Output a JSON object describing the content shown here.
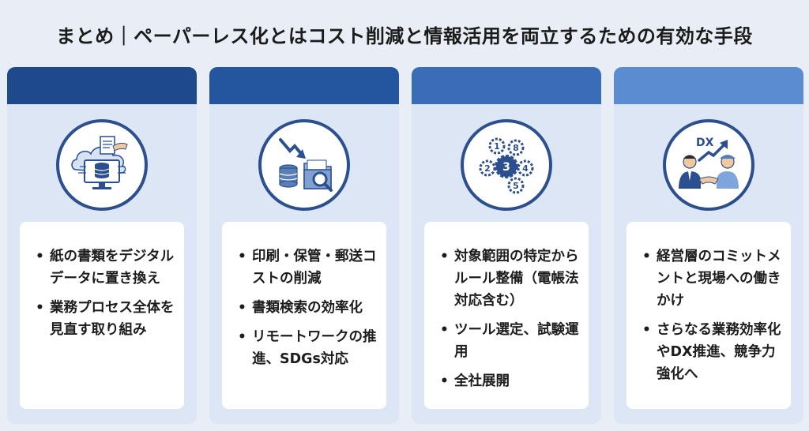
{
  "title": "まとめ｜ペーパーレス化とはコスト削減と情報活用を両立するための有効な手段",
  "colors": {
    "header_1": "#1e4a8c",
    "header_2": "#2456a0",
    "header_3": "#3a6db8",
    "header_4": "#5b8bd0",
    "card_bg": "#dde6f5",
    "icon_ring": "#2b4f8f"
  },
  "cards": [
    {
      "icon": "cloud-database-monitor-icon",
      "bullets": [
        "紙の書類をデジタルデータに置き換え",
        "業務プロセス全体を見直す取り組み"
      ]
    },
    {
      "icon": "cost-down-folder-search-icon",
      "bullets": [
        "印刷・保管・郵送コストの削減",
        "書類検索の効率化",
        "リモートワークの推進、SDGs対応"
      ]
    },
    {
      "icon": "numbered-gears-icon",
      "gear_numbers": [
        "1",
        "2",
        "3",
        "4",
        "5",
        "8"
      ],
      "bullets": [
        "対象範囲の特定からルール整備（電帳法対応含む）",
        "ツール選定、試験運用",
        "全社展開"
      ]
    },
    {
      "icon": "dx-handshake-icon",
      "badge": "DX",
      "bullets": [
        "経営層のコミットメントと現場への働きかけ",
        "さらなる業務効率化やDX推進、競争力強化へ"
      ]
    }
  ]
}
